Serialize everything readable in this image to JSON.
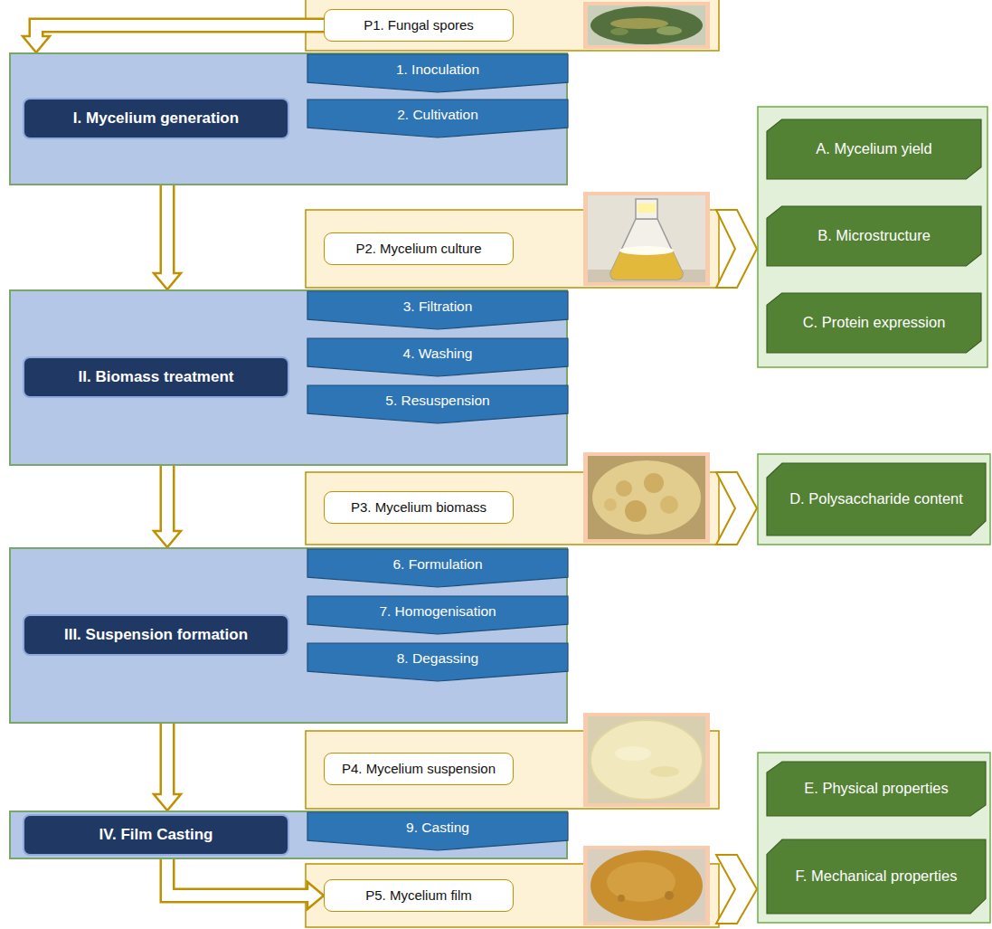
{
  "diagram": {
    "nodes": [
      {
        "text": [
          "P1. Fungal spores"
        ]
      },
      {
        "text": [
          "I. Mycelium generation"
        ]
      },
      {
        "text": [
          "1. Inoculation"
        ],
        "in": 1
      },
      {
        "text": [
          "2. Cultivation"
        ],
        "in": 1
      },
      {
        "text": [
          "P2. Mycelium culture"
        ]
      },
      {
        "text": [
          "A. Mycelium yield"
        ]
      },
      {
        "text": [
          "B. Microstructure"
        ]
      },
      {
        "text": [
          "C. Protein expression"
        ]
      },
      {
        "text": [
          "II. Biomass treatment"
        ]
      },
      {
        "text": [
          "3. Filtration"
        ],
        "in": 8
      },
      {
        "text": [
          "4. Washing"
        ],
        "in": 8
      },
      {
        "text": [
          "5. Resuspension"
        ],
        "in": 8
      },
      {
        "text": [
          "P3. Mycelium biomass"
        ]
      },
      {
        "text": [
          "D. Polysaccharide content"
        ]
      },
      {
        "text": [
          "III. Suspension formation"
        ]
      },
      {
        "text": [
          "6. Formulation"
        ],
        "in": 14
      },
      {
        "text": [
          "7. Homogenisation"
        ],
        "in": 14
      },
      {
        "text": [
          "8. Degassing"
        ],
        "in": 14
      },
      {
        "text": [
          "P4. Mycelium suspension"
        ]
      },
      {
        "text": [
          "E. Physical properties"
        ]
      },
      {
        "text": [
          "IV. Film Casting"
        ]
      },
      {
        "text": [
          "9. Casting"
        ],
        "in": 20
      },
      {
        "text": [
          "P5. Mycelium film"
        ]
      },
      {
        "text": [
          "F. Mechanical properties"
        ]
      }
    ],
    "edges": [
      {
        "from": 0,
        "to": 1,
        "arrow": "to"
      },
      {
        "from": 1,
        "to": 8,
        "arrow": "to"
      },
      {
        "from": 8,
        "to": 14,
        "arrow": "to"
      },
      {
        "from": 14,
        "to": 20,
        "arrow": "to"
      },
      {
        "from": 20,
        "to": 22,
        "arrow": "to"
      }
    ]
  }
}
